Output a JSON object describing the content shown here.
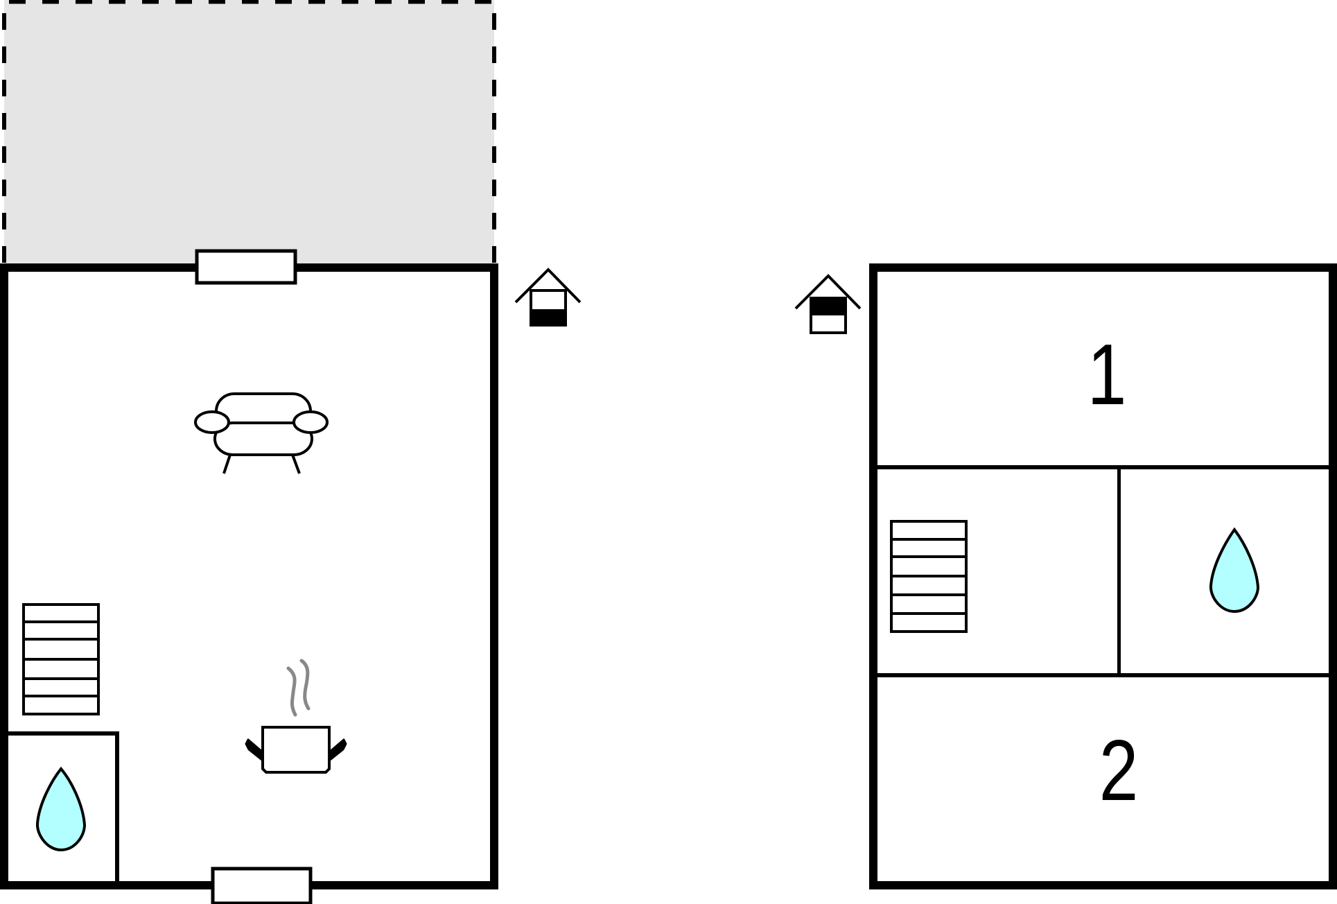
{
  "diagram": {
    "type": "floor_plan",
    "colors": {
      "wall": "#000000",
      "terrace_fill": "#e5e5e5",
      "water_fill": "#b3ffff",
      "steam": "#888888",
      "background": "#ffffff"
    },
    "floors": [
      {
        "id": "ground_floor",
        "floor_indicator_icon": "house-ground-floor-icon",
        "rooms": [
          {
            "name": "living-area",
            "icon": "sofa-icon"
          },
          {
            "name": "kitchen-area",
            "icon": "cooking-pot-icon"
          },
          {
            "name": "staircase",
            "icon": "stairs-icon"
          },
          {
            "name": "bathroom",
            "icon": "water-drop-icon"
          }
        ],
        "terrace": {
          "style": "dashed",
          "fill": "gray"
        },
        "doors": [
          "top-door",
          "bottom-door"
        ]
      },
      {
        "id": "upper_floor",
        "floor_indicator_icon": "house-upper-floor-icon",
        "rooms": [
          {
            "name": "bedroom-1",
            "label": "1"
          },
          {
            "name": "staircase",
            "icon": "stairs-icon"
          },
          {
            "name": "bathroom",
            "icon": "water-drop-icon"
          },
          {
            "name": "bedroom-2",
            "label": "2"
          }
        ]
      }
    ]
  },
  "labels": {
    "bedroom_1": "1",
    "bedroom_2": "2"
  }
}
